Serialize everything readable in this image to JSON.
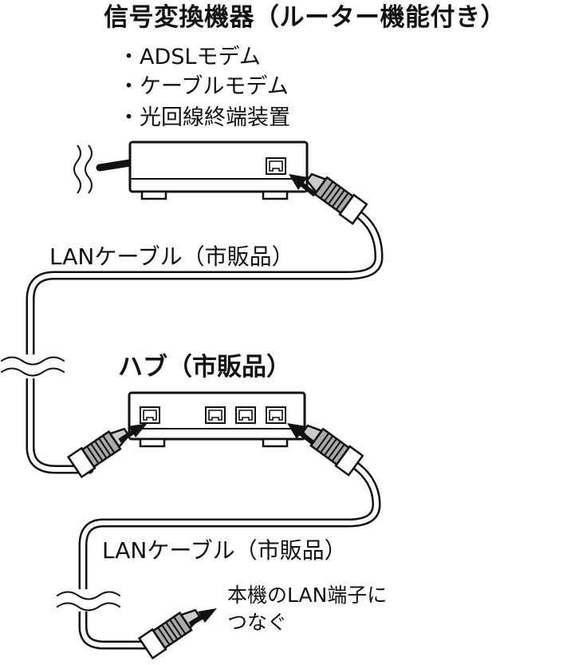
{
  "modem": {
    "title": "信号変換機器（ルーター機能付き）",
    "types": [
      "・ADSLモデム",
      "・ケーブルモデム",
      "・光回線終端装置"
    ]
  },
  "cable_1": {
    "label": "LANケーブル（市販品）"
  },
  "hub": {
    "title": "ハブ（市販品）"
  },
  "cable_2": {
    "label": "LANケーブル（市販品）"
  },
  "instruction": {
    "line_1": "本機のLAN端子に",
    "line_2": "つなぐ"
  }
}
